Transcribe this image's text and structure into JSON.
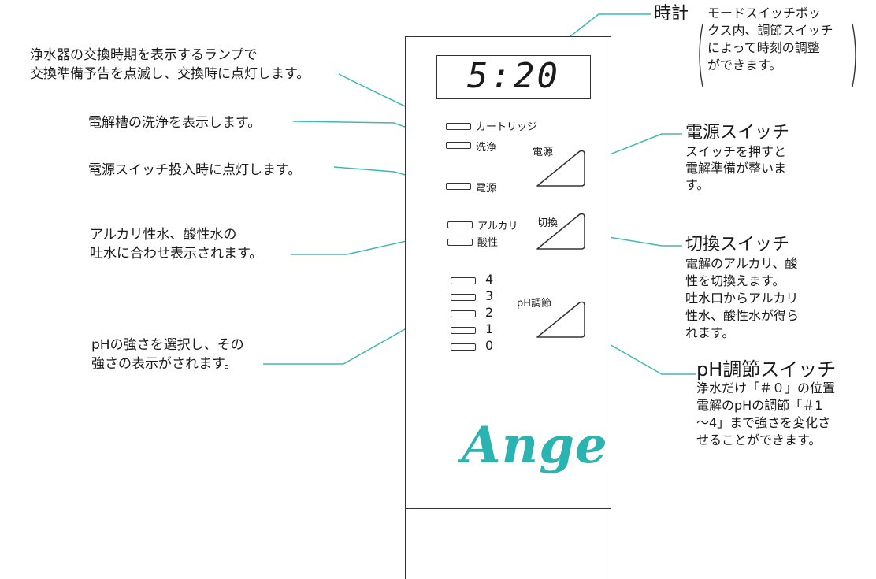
{
  "clock": {
    "display": "5:20",
    "title": "時計",
    "note": [
      "モードスイッチボッ",
      "クス内、調節スイッチ",
      "によって時刻の調整",
      "ができます。"
    ]
  },
  "left_notes": {
    "cartridge": [
      "浄水器の交換時期を表示するランプで",
      "交換準備予告を点滅し、交換時に点灯します。"
    ],
    "wash": "電解槽の洗浄を表示します。",
    "power": "電源スイッチ投入時に点灯します。",
    "mode": [
      "アルカリ性水、酸性水の",
      "吐水に合わせ表示されます。"
    ],
    "ph": [
      "pHの強さを選択し、その",
      "強さの表示がされます。"
    ]
  },
  "lamps": {
    "cartridge": "カートリッジ",
    "wash": "洗浄",
    "power": "電源",
    "alkali": "アルカリ",
    "acid": "酸性",
    "levels": [
      "4",
      "3",
      "2",
      "1",
      "0"
    ]
  },
  "switches": {
    "power_label": "電源",
    "toggle_label": "切換",
    "ph_label": "pH調節"
  },
  "right_notes": {
    "power": {
      "title": "電源スイッチ",
      "lines": [
        "スイッチを押すと",
        "電解準備が整いま",
        "す。"
      ]
    },
    "toggle": {
      "title": "切換スイッチ",
      "lines": [
        "電解のアルカリ、酸",
        "性を切換えます。",
        "吐水口からアルカリ",
        "性水、酸性水が得ら",
        "れます。"
      ]
    },
    "ph": {
      "title": "pH調節スイッチ",
      "lines": [
        "浄水だけ「＃０」の位置",
        "電解のpHの調節「＃1",
        "〜4」まで強さを変化さ",
        "せることができます。"
      ]
    }
  },
  "brand": "Ange",
  "colors": {
    "leader": "#3cb8b6",
    "brand": "#2bb3b1",
    "outline": "#333333"
  }
}
